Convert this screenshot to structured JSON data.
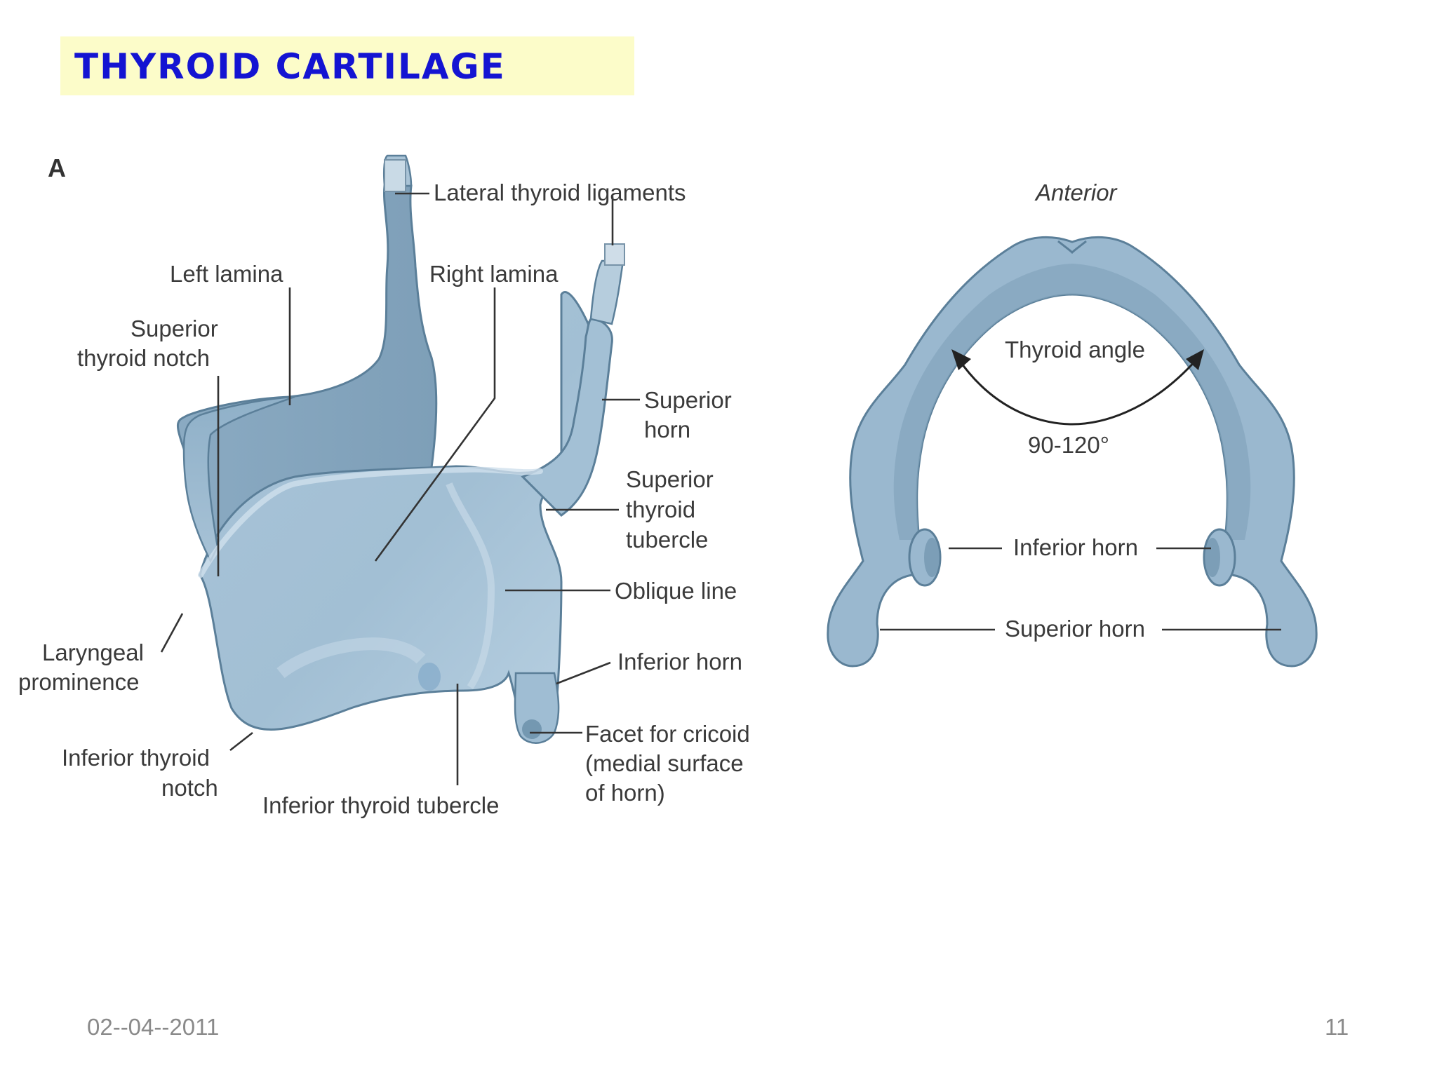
{
  "slide": {
    "title": "THYROID CARTILAGE",
    "footer_date": "02--04--2011",
    "page_number": "11"
  },
  "figure_a": {
    "panel_letter": "A",
    "labels": {
      "lateral_thyroid_ligaments": "Lateral thyroid ligaments",
      "left_lamina": "Left lamina",
      "right_lamina": "Right lamina",
      "superior_thyroid_notch_1": "Superior",
      "superior_thyroid_notch_2": "thyroid notch",
      "superior_horn_1": "Superior",
      "superior_horn_2": "horn",
      "superior_thyroid_tubercle_1": "Superior",
      "superior_thyroid_tubercle_2": "thyroid",
      "superior_thyroid_tubercle_3": "tubercle",
      "oblique_line": "Oblique line",
      "inferior_horn": "Inferior horn",
      "laryngeal_prominence_1": "Laryngeal",
      "laryngeal_prominence_2": "prominence",
      "facet_for_cricoid_1": "Facet for cricoid",
      "facet_for_cricoid_2": "(medial surface",
      "facet_for_cricoid_3": "of horn)",
      "inferior_thyroid_notch_1": "Inferior thyroid",
      "inferior_thyroid_notch_2": "notch",
      "inferior_thyroid_tubercle": "Inferior thyroid tubercle"
    }
  },
  "figure_b": {
    "labels": {
      "anterior": "Anterior",
      "thyroid_angle": "Thyroid angle",
      "angle_value": "90-120°",
      "inferior_horn": "Inferior horn",
      "superior_horn": "Superior horn"
    }
  },
  "colors": {
    "title_text": "#1414d2",
    "title_background": "#fcfcc9",
    "cartilage_fill": "#9cb9cf",
    "cartilage_light": "#bcd3e3",
    "cartilage_dark": "#6f93ad",
    "cartilage_outline": "#5b7f99"
  }
}
